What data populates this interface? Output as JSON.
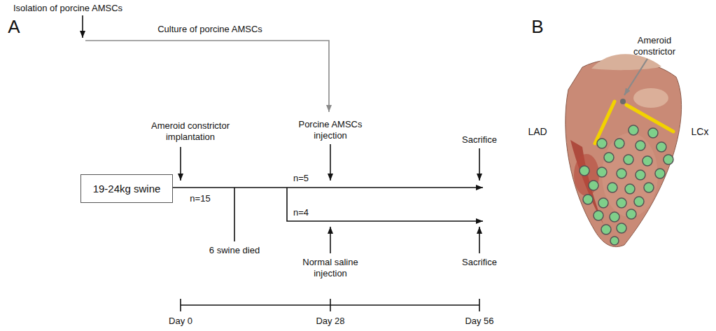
{
  "diagram": {
    "nodes": [
      {
        "text": [
          "19-24kg swine"
        ]
      }
    ],
    "labels": [
      "A",
      "Isolation of porcine AMSCs",
      "Culture of porcine AMSCs",
      "Ameroid constrictor implantation",
      "Porcine AMSCs injection",
      "Sacrifice",
      "n=15",
      "n=5",
      "6 swine died",
      "n=4",
      "Normal saline injection",
      "Sacrifice",
      "Day 0",
      "Day 28",
      "Day 56",
      "B",
      "Ameroid constrictor",
      "LAD",
      "LCx"
    ]
  }
}
